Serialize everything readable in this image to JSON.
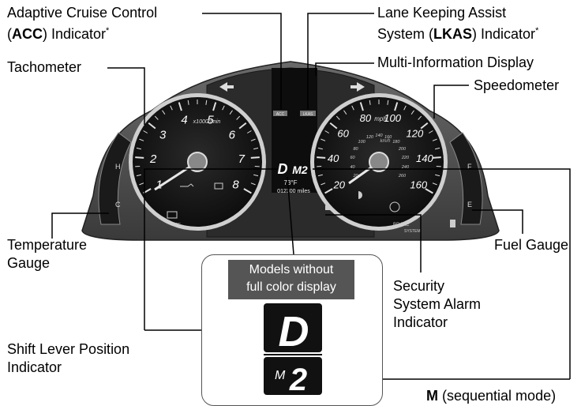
{
  "labels": {
    "acc_line1": "Adaptive Cruise Control",
    "acc_open": "(",
    "acc_bold": "ACC",
    "acc_close": ") Indicator",
    "acc_star": "*",
    "lkas_line1": "Lane Keeping Assist",
    "lkas_prefix": "System (",
    "lkas_bold": "LKAS",
    "lkas_close": ") Indicator",
    "lkas_star": "*",
    "mid": "Multi-Information Display",
    "tachometer": "Tachometer",
    "speedometer": "Speedometer",
    "temp_line1": "Temperature",
    "temp_line2": "Gauge",
    "fuel": "Fuel Gauge",
    "security_line1": "Security",
    "security_line2": "System Alarm",
    "security_line3": "Indicator",
    "shift_line1": "Shift Lever Position",
    "shift_line2": "Indicator",
    "m_bold": "M",
    "m_rest": " (sequential mode)"
  },
  "inset": {
    "caption_line1": "Models without",
    "caption_line2": "full color display",
    "gear": "D",
    "mode": "M",
    "mode_gear": "2"
  },
  "cluster": {
    "tach_numbers": [
      "1",
      "2",
      "3",
      "4",
      "5",
      "6",
      "7",
      "8"
    ],
    "tach_unit": "x1000r/min",
    "speed_numbers": [
      "20",
      "40",
      "60",
      "80",
      "100",
      "120",
      "140",
      "160"
    ],
    "speed_unit": "mph",
    "kmh_unit": "km/h",
    "kmh_numbers": [
      "20",
      "40",
      "60",
      "80",
      "100",
      "120",
      "140",
      "160",
      "180",
      "200",
      "220",
      "240",
      "260"
    ],
    "temp_h": "H",
    "temp_c": "C",
    "fuel_f": "F",
    "fuel_e": "E",
    "gear_display": "D",
    "mode_display": "M2",
    "outside_temp": "73°F",
    "odometer": "012300 miles",
    "acc_tag": "ACC",
    "lkas_tag": "LKAS",
    "brake_tag": "BRAKE",
    "system_tag": "SYSTEM",
    "off_tag": "OFF"
  },
  "colors": {
    "ink": "#000000",
    "cluster_body": "#5a5a5a",
    "cluster_dark": "#1c1c1c",
    "gauge_face": "#111111",
    "gauge_ring": "#d9d9d9",
    "caption_bg": "#555555"
  }
}
